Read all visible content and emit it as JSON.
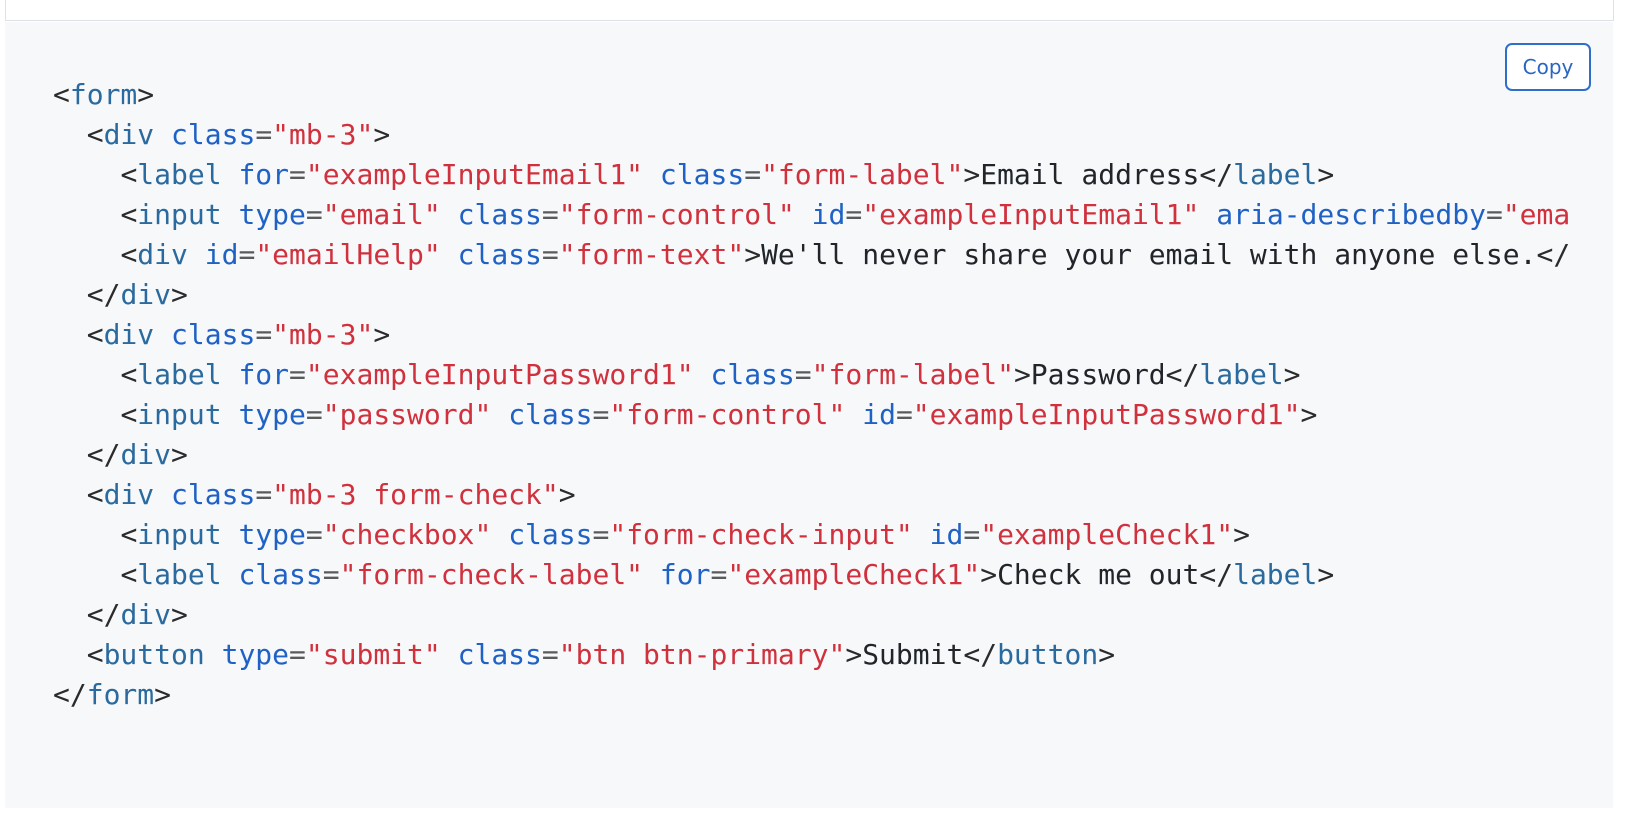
{
  "copy_button": {
    "label": "Copy"
  },
  "colors": {
    "tag": "#2b6a9e",
    "attribute": "#1f61c4",
    "string": "#d0313d",
    "text": "#212529",
    "accent": "#2f6fc9"
  },
  "code_lines": [
    [
      [
        "punct",
        "<"
      ],
      [
        "tag",
        "form"
      ],
      [
        "punct",
        ">"
      ]
    ],
    [
      [
        "text",
        "  "
      ],
      [
        "punct",
        "<"
      ],
      [
        "tag",
        "div"
      ],
      [
        "text",
        " "
      ],
      [
        "attr",
        "class"
      ],
      [
        "eq",
        "="
      ],
      [
        "str",
        "\"mb-3\""
      ],
      [
        "punct",
        ">"
      ]
    ],
    [
      [
        "text",
        "    "
      ],
      [
        "punct",
        "<"
      ],
      [
        "tag",
        "label"
      ],
      [
        "text",
        " "
      ],
      [
        "attr",
        "for"
      ],
      [
        "eq",
        "="
      ],
      [
        "str",
        "\"exampleInputEmail1\""
      ],
      [
        "text",
        " "
      ],
      [
        "attr",
        "class"
      ],
      [
        "eq",
        "="
      ],
      [
        "str",
        "\"form-label\""
      ],
      [
        "punct",
        ">"
      ],
      [
        "text",
        "Email address"
      ],
      [
        "punct",
        "</"
      ],
      [
        "tag",
        "label"
      ],
      [
        "punct",
        ">"
      ]
    ],
    [
      [
        "text",
        "    "
      ],
      [
        "punct",
        "<"
      ],
      [
        "tag",
        "input"
      ],
      [
        "text",
        " "
      ],
      [
        "attr",
        "type"
      ],
      [
        "eq",
        "="
      ],
      [
        "str",
        "\"email\""
      ],
      [
        "text",
        " "
      ],
      [
        "attr",
        "class"
      ],
      [
        "eq",
        "="
      ],
      [
        "str",
        "\"form-control\""
      ],
      [
        "text",
        " "
      ],
      [
        "attr",
        "id"
      ],
      [
        "eq",
        "="
      ],
      [
        "str",
        "\"exampleInputEmail1\""
      ],
      [
        "text",
        " "
      ],
      [
        "attr",
        "aria-describedby"
      ],
      [
        "eq",
        "="
      ],
      [
        "str",
        "\"ema"
      ]
    ],
    [
      [
        "text",
        "    "
      ],
      [
        "punct",
        "<"
      ],
      [
        "tag",
        "div"
      ],
      [
        "text",
        " "
      ],
      [
        "attr",
        "id"
      ],
      [
        "eq",
        "="
      ],
      [
        "str",
        "\"emailHelp\""
      ],
      [
        "text",
        " "
      ],
      [
        "attr",
        "class"
      ],
      [
        "eq",
        "="
      ],
      [
        "str",
        "\"form-text\""
      ],
      [
        "punct",
        ">"
      ],
      [
        "text",
        "We'll never share your email with anyone else."
      ],
      [
        "punct",
        "</"
      ]
    ],
    [
      [
        "text",
        "  "
      ],
      [
        "punct",
        "</"
      ],
      [
        "tag",
        "div"
      ],
      [
        "punct",
        ">"
      ]
    ],
    [
      [
        "text",
        "  "
      ],
      [
        "punct",
        "<"
      ],
      [
        "tag",
        "div"
      ],
      [
        "text",
        " "
      ],
      [
        "attr",
        "class"
      ],
      [
        "eq",
        "="
      ],
      [
        "str",
        "\"mb-3\""
      ],
      [
        "punct",
        ">"
      ]
    ],
    [
      [
        "text",
        "    "
      ],
      [
        "punct",
        "<"
      ],
      [
        "tag",
        "label"
      ],
      [
        "text",
        " "
      ],
      [
        "attr",
        "for"
      ],
      [
        "eq",
        "="
      ],
      [
        "str",
        "\"exampleInputPassword1\""
      ],
      [
        "text",
        " "
      ],
      [
        "attr",
        "class"
      ],
      [
        "eq",
        "="
      ],
      [
        "str",
        "\"form-label\""
      ],
      [
        "punct",
        ">"
      ],
      [
        "text",
        "Password"
      ],
      [
        "punct",
        "</"
      ],
      [
        "tag",
        "label"
      ],
      [
        "punct",
        ">"
      ]
    ],
    [
      [
        "text",
        "    "
      ],
      [
        "punct",
        "<"
      ],
      [
        "tag",
        "input"
      ],
      [
        "text",
        " "
      ],
      [
        "attr",
        "type"
      ],
      [
        "eq",
        "="
      ],
      [
        "str",
        "\"password\""
      ],
      [
        "text",
        " "
      ],
      [
        "attr",
        "class"
      ],
      [
        "eq",
        "="
      ],
      [
        "str",
        "\"form-control\""
      ],
      [
        "text",
        " "
      ],
      [
        "attr",
        "id"
      ],
      [
        "eq",
        "="
      ],
      [
        "str",
        "\"exampleInputPassword1\""
      ],
      [
        "punct",
        ">"
      ]
    ],
    [
      [
        "text",
        "  "
      ],
      [
        "punct",
        "</"
      ],
      [
        "tag",
        "div"
      ],
      [
        "punct",
        ">"
      ]
    ],
    [
      [
        "text",
        "  "
      ],
      [
        "punct",
        "<"
      ],
      [
        "tag",
        "div"
      ],
      [
        "text",
        " "
      ],
      [
        "attr",
        "class"
      ],
      [
        "eq",
        "="
      ],
      [
        "str",
        "\"mb-3 form-check\""
      ],
      [
        "punct",
        ">"
      ]
    ],
    [
      [
        "text",
        "    "
      ],
      [
        "punct",
        "<"
      ],
      [
        "tag",
        "input"
      ],
      [
        "text",
        " "
      ],
      [
        "attr",
        "type"
      ],
      [
        "eq",
        "="
      ],
      [
        "str",
        "\"checkbox\""
      ],
      [
        "text",
        " "
      ],
      [
        "attr",
        "class"
      ],
      [
        "eq",
        "="
      ],
      [
        "str",
        "\"form-check-input\""
      ],
      [
        "text",
        " "
      ],
      [
        "attr",
        "id"
      ],
      [
        "eq",
        "="
      ],
      [
        "str",
        "\"exampleCheck1\""
      ],
      [
        "punct",
        ">"
      ]
    ],
    [
      [
        "text",
        "    "
      ],
      [
        "punct",
        "<"
      ],
      [
        "tag",
        "label"
      ],
      [
        "text",
        " "
      ],
      [
        "attr",
        "class"
      ],
      [
        "eq",
        "="
      ],
      [
        "str",
        "\"form-check-label\""
      ],
      [
        "text",
        " "
      ],
      [
        "attr",
        "for"
      ],
      [
        "eq",
        "="
      ],
      [
        "str",
        "\"exampleCheck1\""
      ],
      [
        "punct",
        ">"
      ],
      [
        "text",
        "Check me out"
      ],
      [
        "punct",
        "</"
      ],
      [
        "tag",
        "label"
      ],
      [
        "punct",
        ">"
      ]
    ],
    [
      [
        "text",
        "  "
      ],
      [
        "punct",
        "</"
      ],
      [
        "tag",
        "div"
      ],
      [
        "punct",
        ">"
      ]
    ],
    [
      [
        "text",
        "  "
      ],
      [
        "punct",
        "<"
      ],
      [
        "tag",
        "button"
      ],
      [
        "text",
        " "
      ],
      [
        "attr",
        "type"
      ],
      [
        "eq",
        "="
      ],
      [
        "str",
        "\"submit\""
      ],
      [
        "text",
        " "
      ],
      [
        "attr",
        "class"
      ],
      [
        "eq",
        "="
      ],
      [
        "str",
        "\"btn btn-primary\""
      ],
      [
        "punct",
        ">"
      ],
      [
        "text",
        "Submit"
      ],
      [
        "punct",
        "</"
      ],
      [
        "tag",
        "button"
      ],
      [
        "punct",
        ">"
      ]
    ],
    [
      [
        "punct",
        "</"
      ],
      [
        "tag",
        "form"
      ],
      [
        "punct",
        ">"
      ]
    ]
  ]
}
